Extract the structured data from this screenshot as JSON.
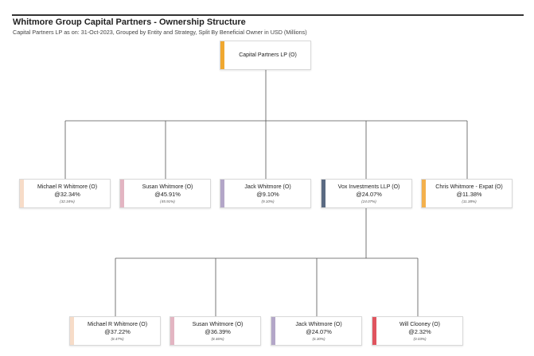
{
  "header": {
    "title": "Whitmore Group Capital Partners - Ownership Structure",
    "subtitle": "Capital Partners LP as on: 31-Oct-2023, Grouped by Entity and Strategy, Split By Beneficial Owner in USD (Millions)"
  },
  "root": {
    "name": "Capital Partners LP (O)",
    "color": "#f0a830"
  },
  "level1": [
    {
      "name": "Michael R Whitmore (O)",
      "pct": "@32.34%",
      "sub": "(32.34%)",
      "color": "#f7dcc8"
    },
    {
      "name": "Susan Whitmore (O)",
      "pct": "@45.91%",
      "sub": "(45.91%)",
      "color": "#e3b5c2"
    },
    {
      "name": "Jack Whitmore (O)",
      "pct": "@9.10%",
      "sub": "(9.10%)",
      "color": "#b3a6c8"
    },
    {
      "name": "Vox Investments LLP (O)",
      "pct": "@24.07%",
      "sub": "(24.07%)",
      "color": "#5a6a82"
    },
    {
      "name": "Chris Whitmore - Expat (O)",
      "pct": "@11.38%",
      "sub": "(11.38%)",
      "color": "#f3b04c"
    }
  ],
  "level2": [
    {
      "name": "Michael R Whitmore (O)",
      "pct": "@37.22%",
      "sub": "(8.47%)",
      "color": "#f7dcc8"
    },
    {
      "name": "Susan Whitmore (O)",
      "pct": "@36.39%",
      "sub": "(8.46%)",
      "color": "#e3b5c2"
    },
    {
      "name": "Jack Whitmore (O)",
      "pct": "@24.07%",
      "sub": "(6.30%)",
      "color": "#b3a6c8"
    },
    {
      "name": "Will Clooney (O)",
      "pct": "@2.32%",
      "sub": "(0.03%)",
      "color": "#e0545e"
    }
  ]
}
